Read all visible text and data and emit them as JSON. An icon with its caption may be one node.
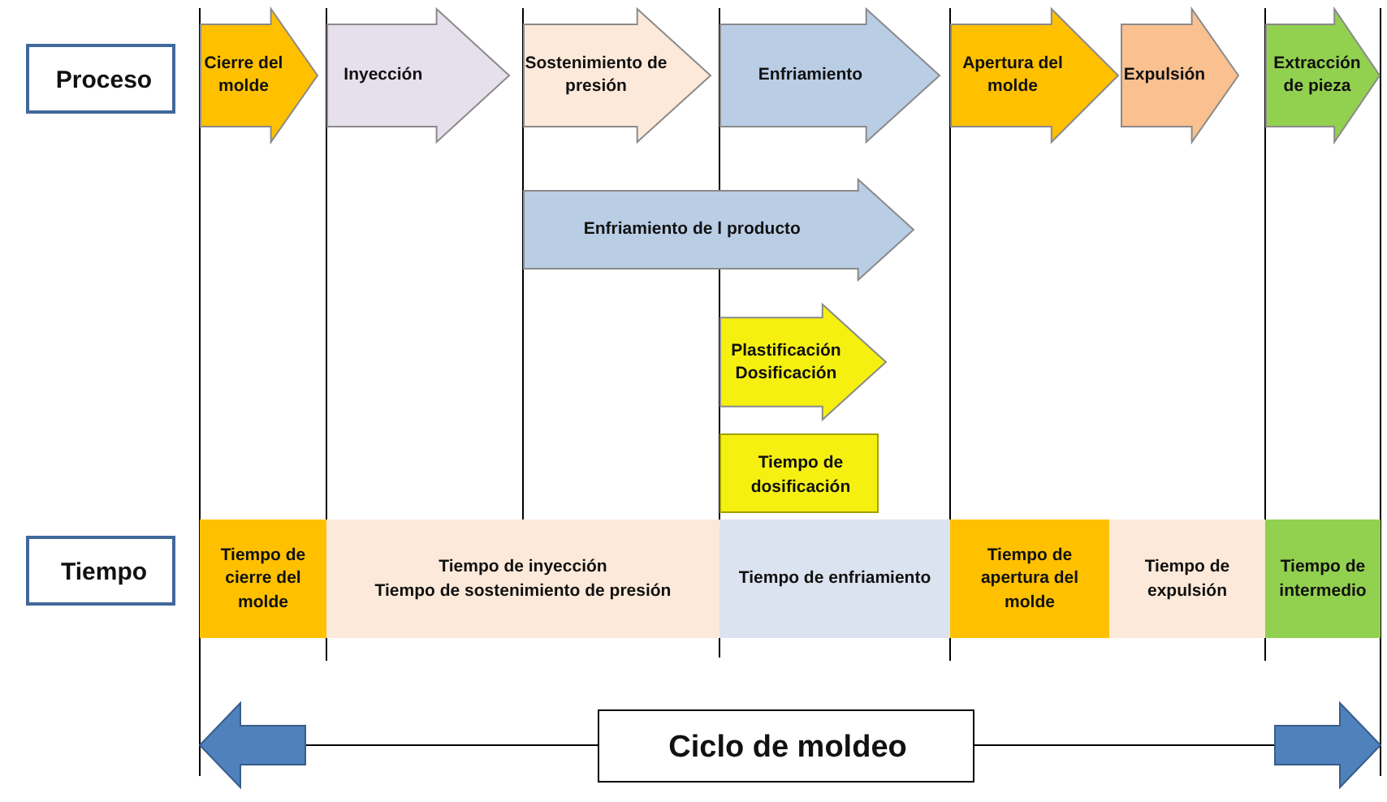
{
  "diagram": {
    "nodes": [
      {
        "text": [
          "Proceso"
        ]
      },
      {
        "text": [
          "Cierre del molde"
        ]
      },
      {
        "text": [
          "Inyección"
        ]
      },
      {
        "text": [
          "Sostenimiento de presión"
        ]
      },
      {
        "text": [
          "Enfriamiento"
        ]
      },
      {
        "text": [
          "Apertura del molde"
        ]
      },
      {
        "text": [
          "Expulsión"
        ]
      },
      {
        "text": [
          "Extracción de pieza"
        ]
      },
      {
        "text": [
          "Enfriamiento de l producto"
        ]
      },
      {
        "text": [
          "Plastificación Dosificación"
        ]
      },
      {
        "text": [
          "Tiempo de dosificación"
        ]
      },
      {
        "text": [
          "Tiempo"
        ]
      },
      {
        "text": [
          "Tiempo de cierre del molde"
        ]
      },
      {
        "text": [
          "Tiempo de inyección",
          "Tiempo de sostenimiento de presión"
        ]
      },
      {
        "text": [
          "Tiempo de enfriamiento"
        ]
      },
      {
        "text": [
          "Tiempo de apertura del molde"
        ]
      },
      {
        "text": [
          "Tiempo de expulsión"
        ]
      },
      {
        "text": [
          "Tiempo de intermedio"
        ]
      },
      {
        "text": [
          "Ciclo de moldeo"
        ]
      }
    ]
  }
}
